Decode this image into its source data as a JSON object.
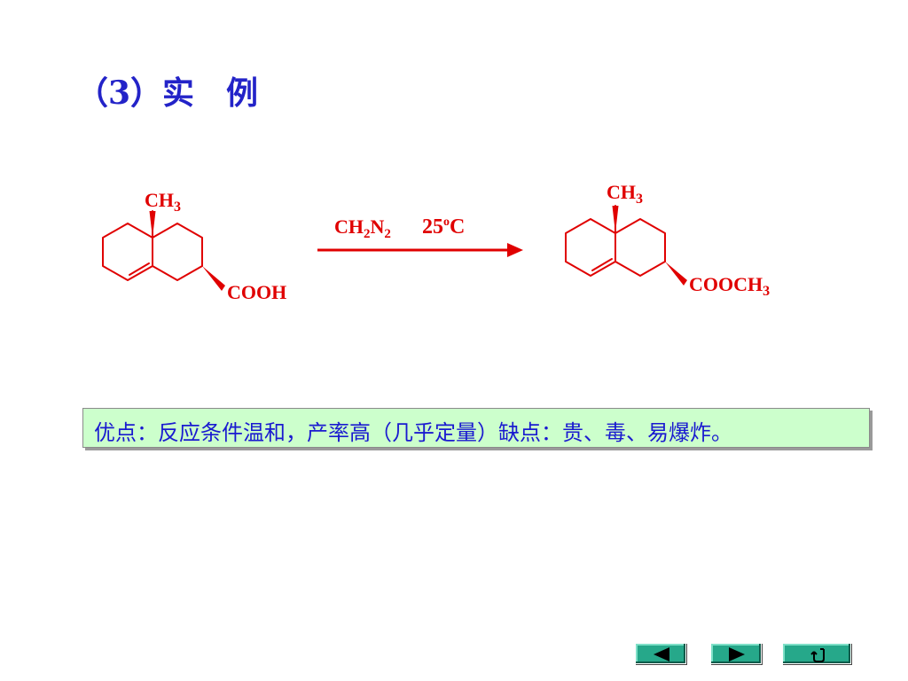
{
  "slide": {
    "title": "（3）实　例",
    "reactant": {
      "methyl_label": "CH",
      "methyl_sub": "3",
      "group_label": "COOH"
    },
    "reagent": {
      "ch": "CH",
      "sub1": "2",
      "n": "N",
      "sub2": "2",
      "temp": "25",
      "deg": "o",
      "unit": "C"
    },
    "product": {
      "methyl_label": "CH",
      "methyl_sub": "3",
      "group_label": "COOCH",
      "group_sub": "3"
    },
    "note": "优点：反应条件温和，产率高（几乎定量）缺点：贵、毒、易爆炸。"
  },
  "navigation": {
    "prev_icon": "triangle-left-icon",
    "next_icon": "triangle-right-icon",
    "return_icon": "return-arrow-icon"
  },
  "colors": {
    "title": "#2323c8",
    "structure": "#e00000",
    "note_bg": "#ccffcc",
    "note_text": "#1a1ad0",
    "nav_button": "#26a88a"
  }
}
